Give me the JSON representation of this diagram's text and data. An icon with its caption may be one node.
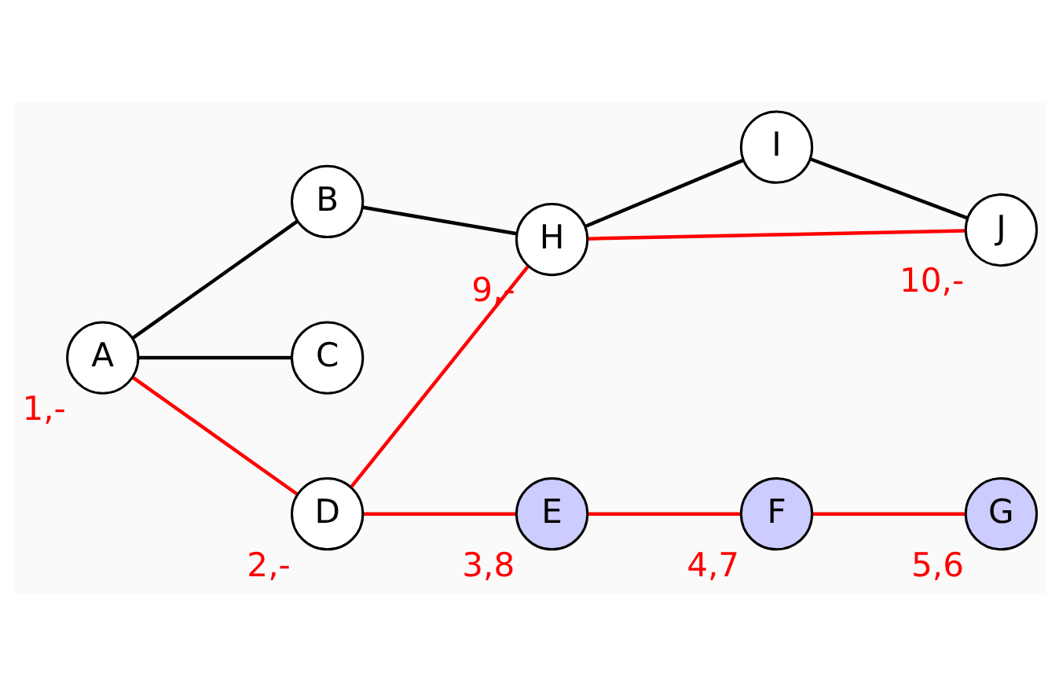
{
  "diagram": {
    "nodes": [
      {
        "text": [
          "A"
        ],
        "beside": [
          "1,-"
        ]
      },
      {
        "text": [
          "B"
        ]
      },
      {
        "text": [
          "C"
        ]
      },
      {
        "text": [
          "D"
        ],
        "beside": [
          "2,-"
        ]
      },
      {
        "text": [
          "E"
        ],
        "beside": [
          "3,8"
        ]
      },
      {
        "text": [
          "F"
        ],
        "beside": [
          "4,7"
        ]
      },
      {
        "text": [
          "G"
        ],
        "beside": [
          "5,6"
        ]
      },
      {
        "text": [
          "H"
        ],
        "beside": [
          "9,-"
        ]
      },
      {
        "text": [
          "I"
        ]
      },
      {
        "text": [
          "J"
        ],
        "beside": [
          "10,-"
        ]
      }
    ],
    "edges": [
      {
        "from": 0,
        "to": 1,
        "arrow": "none",
        "color": "#000000"
      },
      {
        "from": 0,
        "to": 2,
        "arrow": "none",
        "color": "#000000"
      },
      {
        "from": 1,
        "to": 7,
        "arrow": "none",
        "color": "#000000"
      },
      {
        "from": 7,
        "to": 8,
        "arrow": "none",
        "color": "#000000"
      },
      {
        "from": 8,
        "to": 9,
        "arrow": "none",
        "color": "#000000"
      },
      {
        "from": 7,
        "to": 9,
        "arrow": "none"
      },
      {
        "from": 0,
        "to": 3,
        "arrow": "none"
      },
      {
        "from": 3,
        "to": 7,
        "arrow": "none"
      },
      {
        "from": 3,
        "to": 4,
        "arrow": "none"
      },
      {
        "from": 4,
        "to": 5,
        "arrow": "none"
      },
      {
        "from": 5,
        "to": 6,
        "arrow": "none"
      }
    ]
  }
}
